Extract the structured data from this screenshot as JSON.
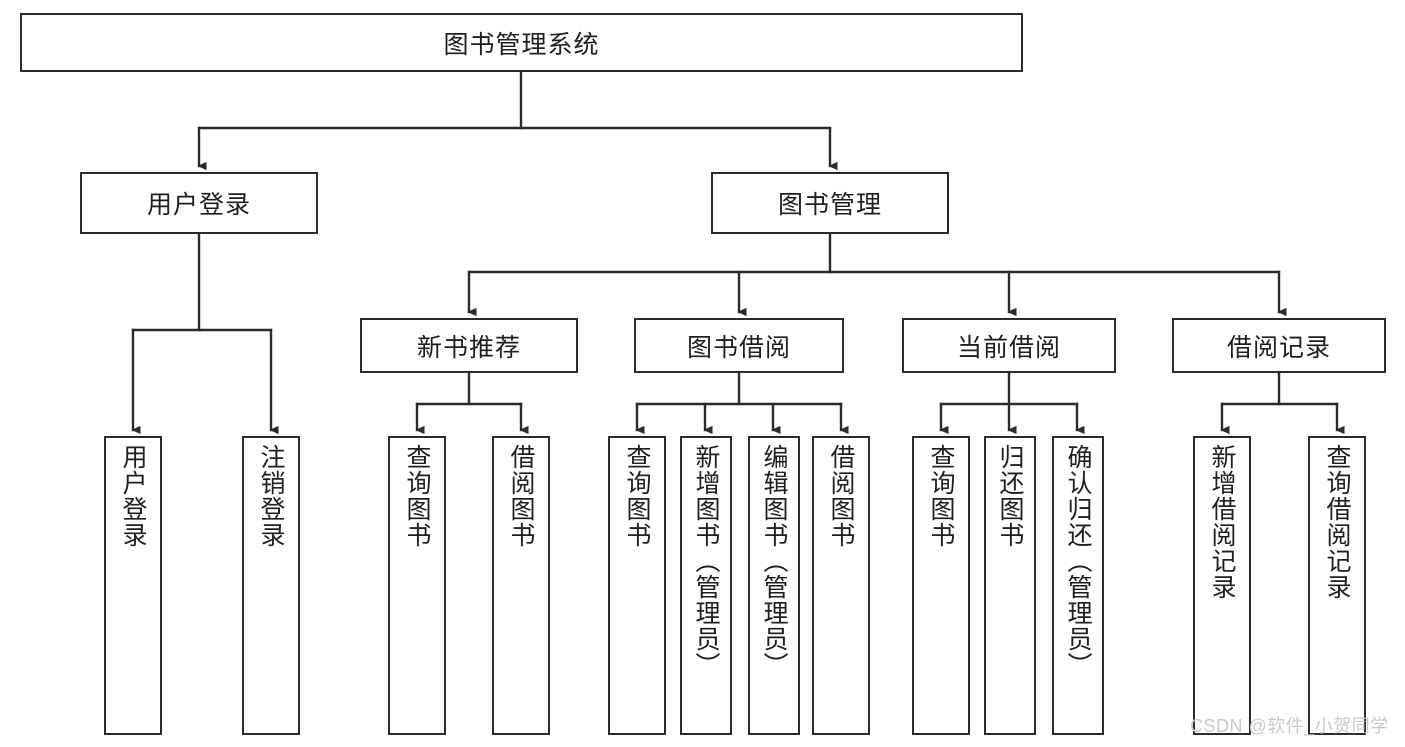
{
  "diagram": {
    "title": "图书管理系统",
    "type": "tree-hierarchy-diagram",
    "background_color": "#ffffff",
    "border_color": "#2b2b2b",
    "text_color": "#1f1f1f",
    "root": {
      "label": "图书管理系统"
    },
    "level1": [
      {
        "label": "用户登录"
      },
      {
        "label": "图书管理"
      }
    ],
    "level2": [
      {
        "label": "新书推荐"
      },
      {
        "label": "图书借阅"
      },
      {
        "label": "当前借阅"
      },
      {
        "label": "借阅记录"
      }
    ],
    "leaves": [
      {
        "label": "用户登录",
        "parent": "用户登录"
      },
      {
        "label": "注销登录",
        "parent": "用户登录"
      },
      {
        "label": "查询图书",
        "parent": "新书推荐"
      },
      {
        "label": "借阅图书",
        "parent": "新书推荐"
      },
      {
        "label": "查询图书",
        "parent": "图书借阅"
      },
      {
        "label": "新增图书（管理员）",
        "parent": "图书借阅"
      },
      {
        "label": "编辑图书（管理员）",
        "parent": "图书借阅"
      },
      {
        "label": "借阅图书",
        "parent": "图书借阅"
      },
      {
        "label": "查询图书",
        "parent": "当前借阅"
      },
      {
        "label": "归还图书",
        "parent": "当前借阅"
      },
      {
        "label": "确认归还（管理员）",
        "parent": "当前借阅"
      },
      {
        "label": "新增借阅记录",
        "parent": "借阅记录"
      },
      {
        "label": "查询借阅记录",
        "parent": "借阅记录"
      }
    ]
  },
  "watermark": {
    "text": "CSDN @软件_小贺同学",
    "color": "#c9c9c9"
  }
}
